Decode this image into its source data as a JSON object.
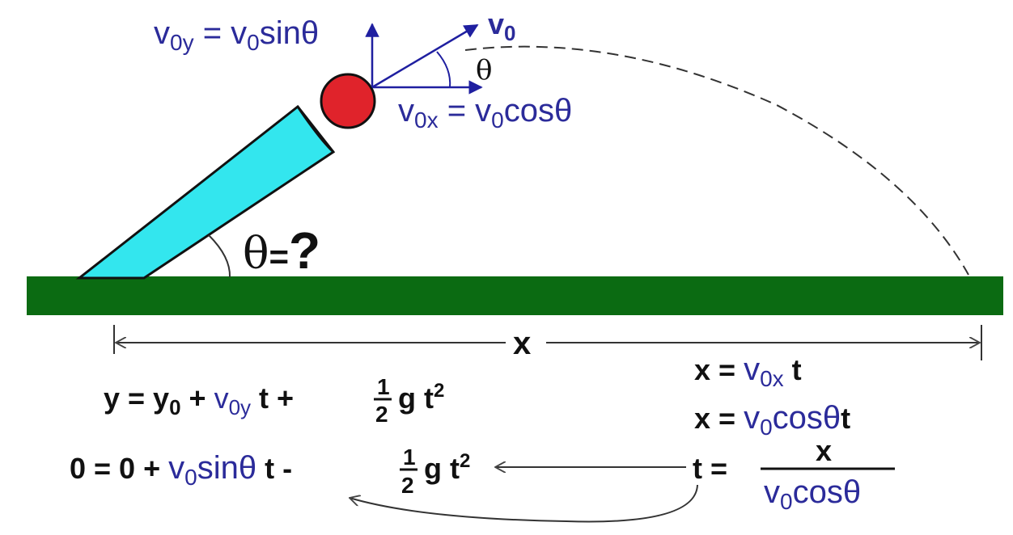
{
  "colors": {
    "ground": "#0b6b12",
    "cannon": "#33e6ee",
    "ball": "#e0232b",
    "vector_blue": "#1f1fa0",
    "text_blue": "#2b2b9a",
    "text_black": "#111111"
  },
  "labels": {
    "v0": "v",
    "v0_sub": "0",
    "theta_top": "θ",
    "theta_launch": "θ",
    "launch_eq": "=",
    "launch_q": "?",
    "range_x": "x"
  },
  "eq_v0y": {
    "lhs": "v",
    "lhs_sub": "0y",
    "eq": " = ",
    "v": "v",
    "v_sub": "0",
    "rest": "sinθ"
  },
  "eq_v0x": {
    "lhs": "v",
    "lhs_sub": "0x",
    "eq": " = ",
    "v": "v",
    "v_sub": "0",
    "rest": "cosθ"
  },
  "eq_y": {
    "lhs": "y = y",
    "lhs_sub": "0",
    "plus": " + ",
    "v": "v",
    "v_sub": "0y",
    "t": " t + ",
    "frac_num": "1",
    "frac_den": "2",
    "g": "g t",
    "sq": "2"
  },
  "eq_zero": {
    "lhs": "0 = 0 + ",
    "v": "v",
    "v_sub": "0",
    "blue_rest": "sinθ",
    "t": " t  - ",
    "frac_num": "1",
    "frac_den": "2",
    "g": "g t",
    "sq": "2"
  },
  "eq_x1": {
    "lhs": "x = ",
    "v": "v",
    "v_sub": "0x",
    "t": " t"
  },
  "eq_x2": {
    "lhs": "x = ",
    "v": "v",
    "v_sub": "0",
    "blue_rest": "cosθ",
    "t": "t"
  },
  "eq_t": {
    "lhs": "t = ",
    "num": "x",
    "den_v": "v",
    "den_sub": "0",
    "den_rest": "cosθ"
  }
}
